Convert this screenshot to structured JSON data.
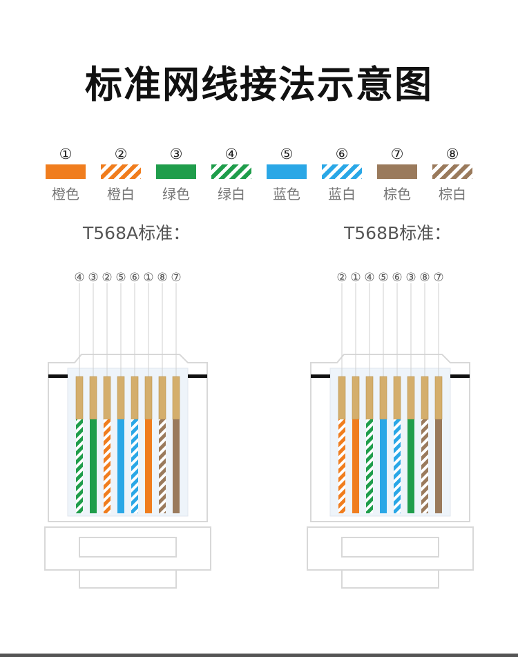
{
  "title": "标准网线接法示意图",
  "colors": {
    "orange": "#f07d1e",
    "green": "#1f9d4b",
    "blue": "#2aa7e6",
    "brown": "#9a7a5c",
    "gold": "#d4ae6c",
    "line": "#cfcfcf"
  },
  "legend": [
    {
      "num": "①",
      "label": "橙色",
      "color": "orange",
      "striped": false
    },
    {
      "num": "②",
      "label": "橙白",
      "color": "orange",
      "striped": true
    },
    {
      "num": "③",
      "label": "绿色",
      "color": "green",
      "striped": false
    },
    {
      "num": "④",
      "label": "绿白",
      "color": "green",
      "striped": true
    },
    {
      "num": "⑤",
      "label": "蓝色",
      "color": "blue",
      "striped": false
    },
    {
      "num": "⑥",
      "label": "蓝白",
      "color": "blue",
      "striped": true
    },
    {
      "num": "⑦",
      "label": "棕色",
      "color": "brown",
      "striped": false
    },
    {
      "num": "⑧",
      "label": "棕白",
      "color": "brown",
      "striped": true
    }
  ],
  "standards": [
    {
      "label": "T568A标准：",
      "order": [
        4,
        3,
        2,
        5,
        6,
        1,
        8,
        7
      ]
    },
    {
      "label": "T568B标准：",
      "order": [
        2,
        1,
        4,
        5,
        6,
        3,
        8,
        7
      ]
    }
  ]
}
